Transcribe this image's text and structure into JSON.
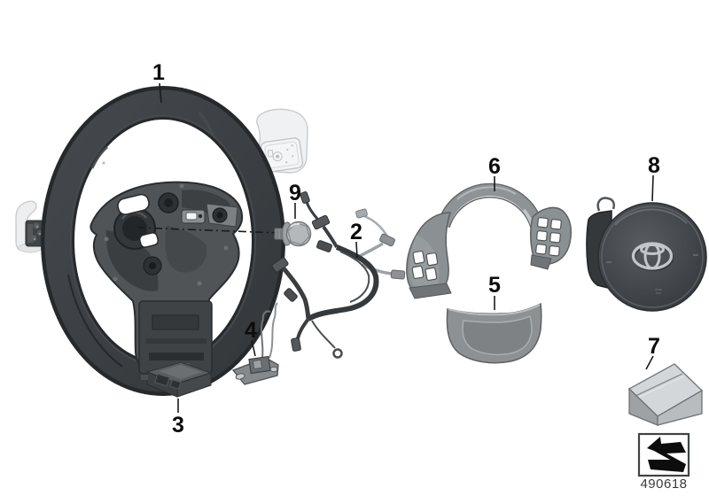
{
  "diagram": {
    "callouts": {
      "c1": "1",
      "c2": "2",
      "c3": "3",
      "c4": "4",
      "c5": "5",
      "c6": "6",
      "c7": "7",
      "c8": "8",
      "c9": "9"
    },
    "footer": {
      "diagram_number": "490618"
    },
    "colors": {
      "background": "#ffffff",
      "line": "#1a1a1a",
      "wheel_dark": "#35393c",
      "trim_gray": "#8f9396",
      "ghost_gray": "#e9ebec",
      "airbag_dark": "#43474a",
      "logo_silver": "#c3c7ca"
    }
  }
}
